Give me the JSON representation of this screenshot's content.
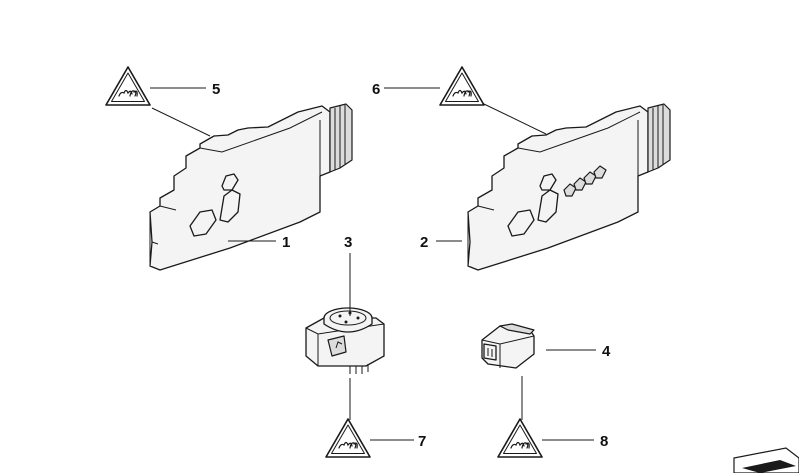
{
  "callouts": {
    "c1": "1",
    "c2": "2",
    "c3": "3",
    "c4": "4",
    "c5": "5",
    "c6": "6",
    "c7": "7",
    "c8": "8"
  },
  "icons": {
    "warning": "esd-warning-triangle-icon",
    "logo_corner": "folded-corner-logo"
  },
  "colors": {
    "line": "#1a1a1a",
    "fill_light": "#f4f4f4",
    "fill_dark": "#dcdcdc",
    "background": "#ffffff"
  }
}
